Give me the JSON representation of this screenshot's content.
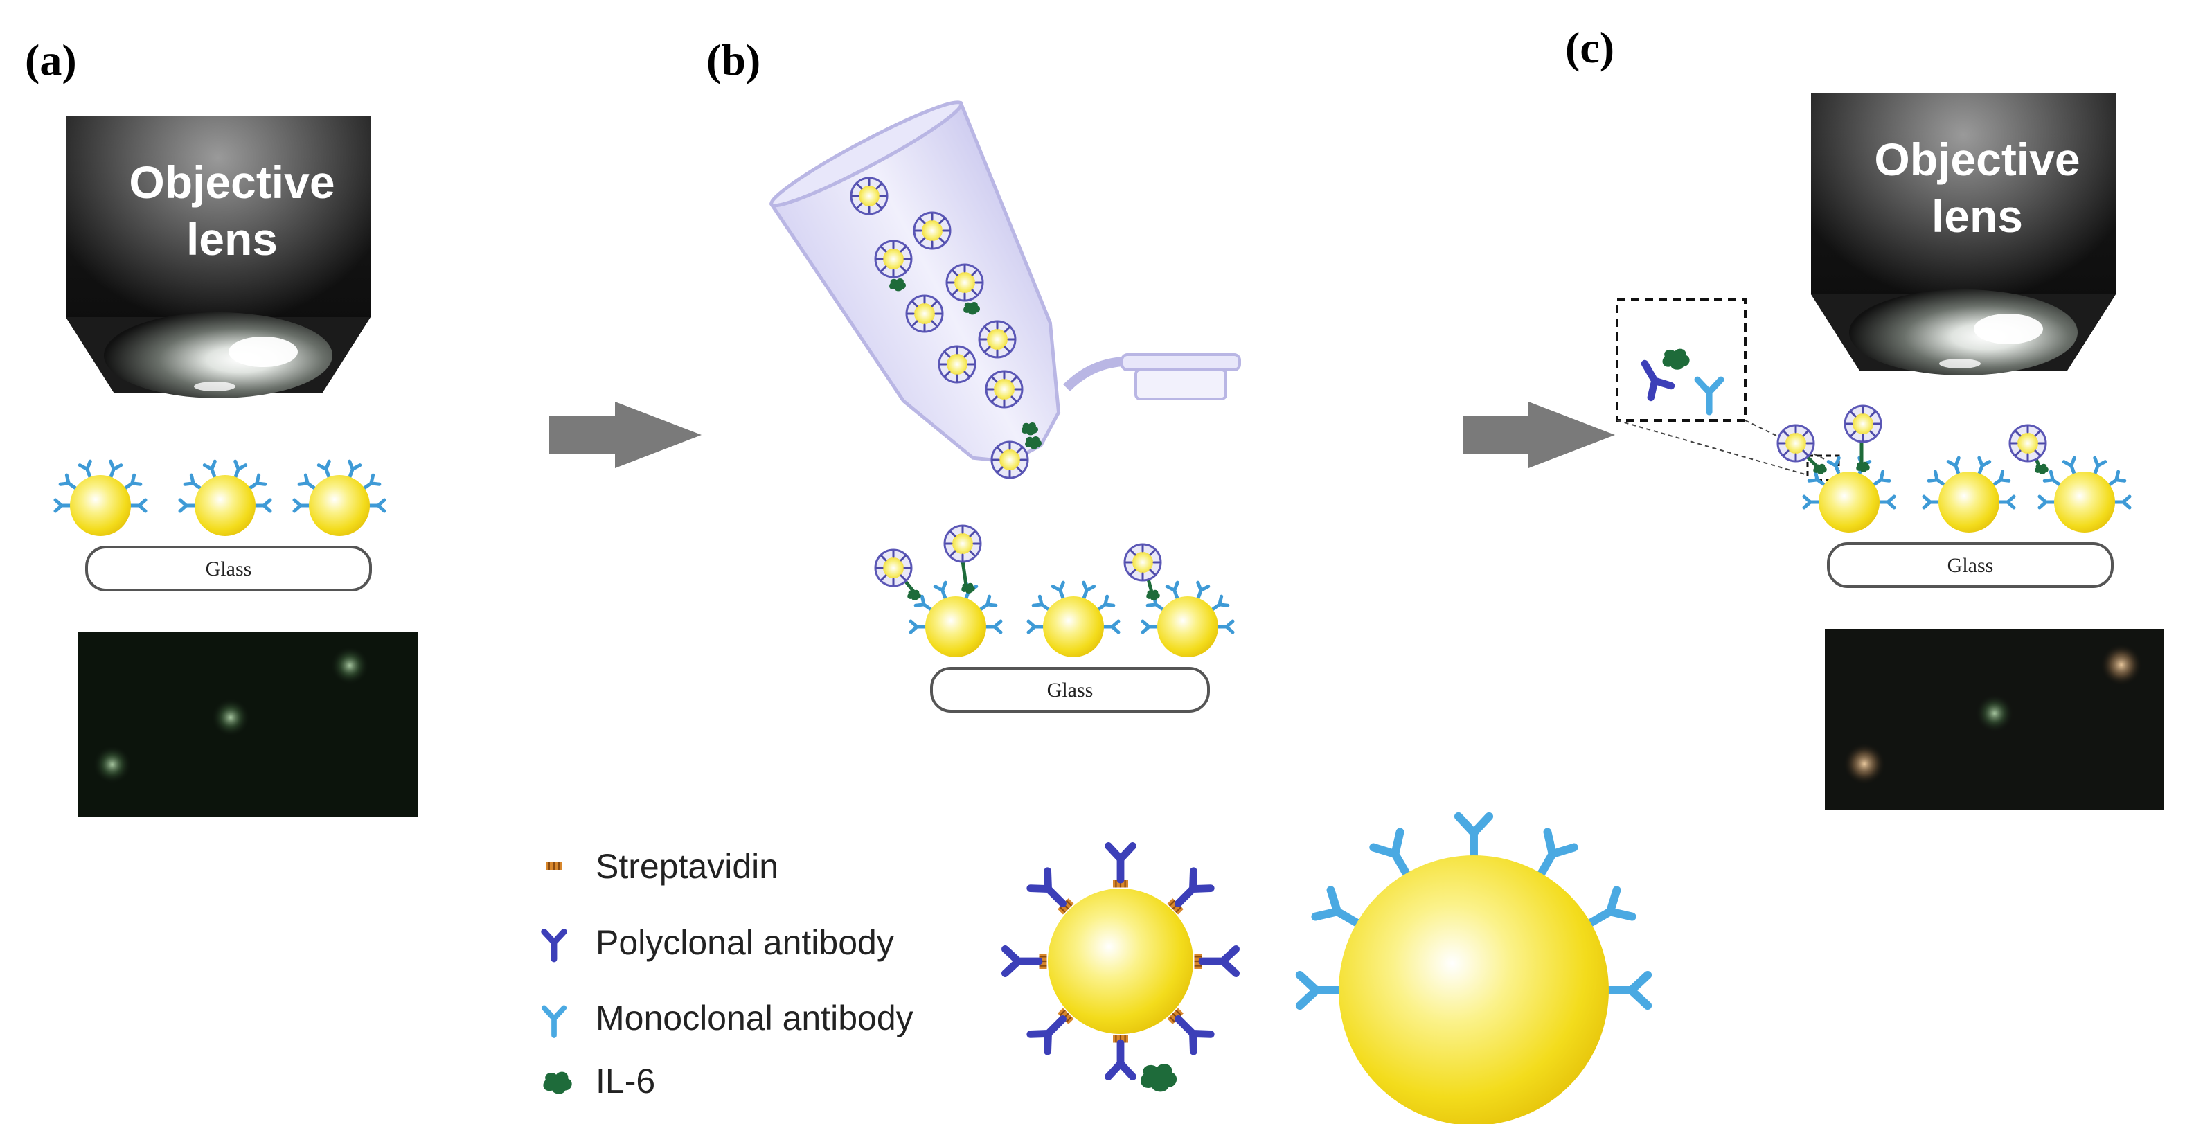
{
  "panels": {
    "a": {
      "label": "(a)",
      "lens_line1": "Objective",
      "lens_line2": "lens",
      "glass": "Glass"
    },
    "b": {
      "label": "(b)",
      "glass": "Glass"
    },
    "c": {
      "label": "(c)",
      "lens_line1": "Objective",
      "lens_line2": "lens",
      "glass": "Glass"
    }
  },
  "legend": {
    "streptavidin": "Streptavidin",
    "polyclonal": "Polyclonal antibody",
    "monoclonal": "Monoclonal antibody",
    "il6": "IL-6"
  },
  "colors": {
    "gold": "#f6e02a",
    "monoclonal": "#4aa9e2",
    "polyclonal": "#3c3fb8",
    "streptavidin": "#d8872c",
    "il6": "#1e6b3a",
    "arrow": "#7a7a7a"
  }
}
